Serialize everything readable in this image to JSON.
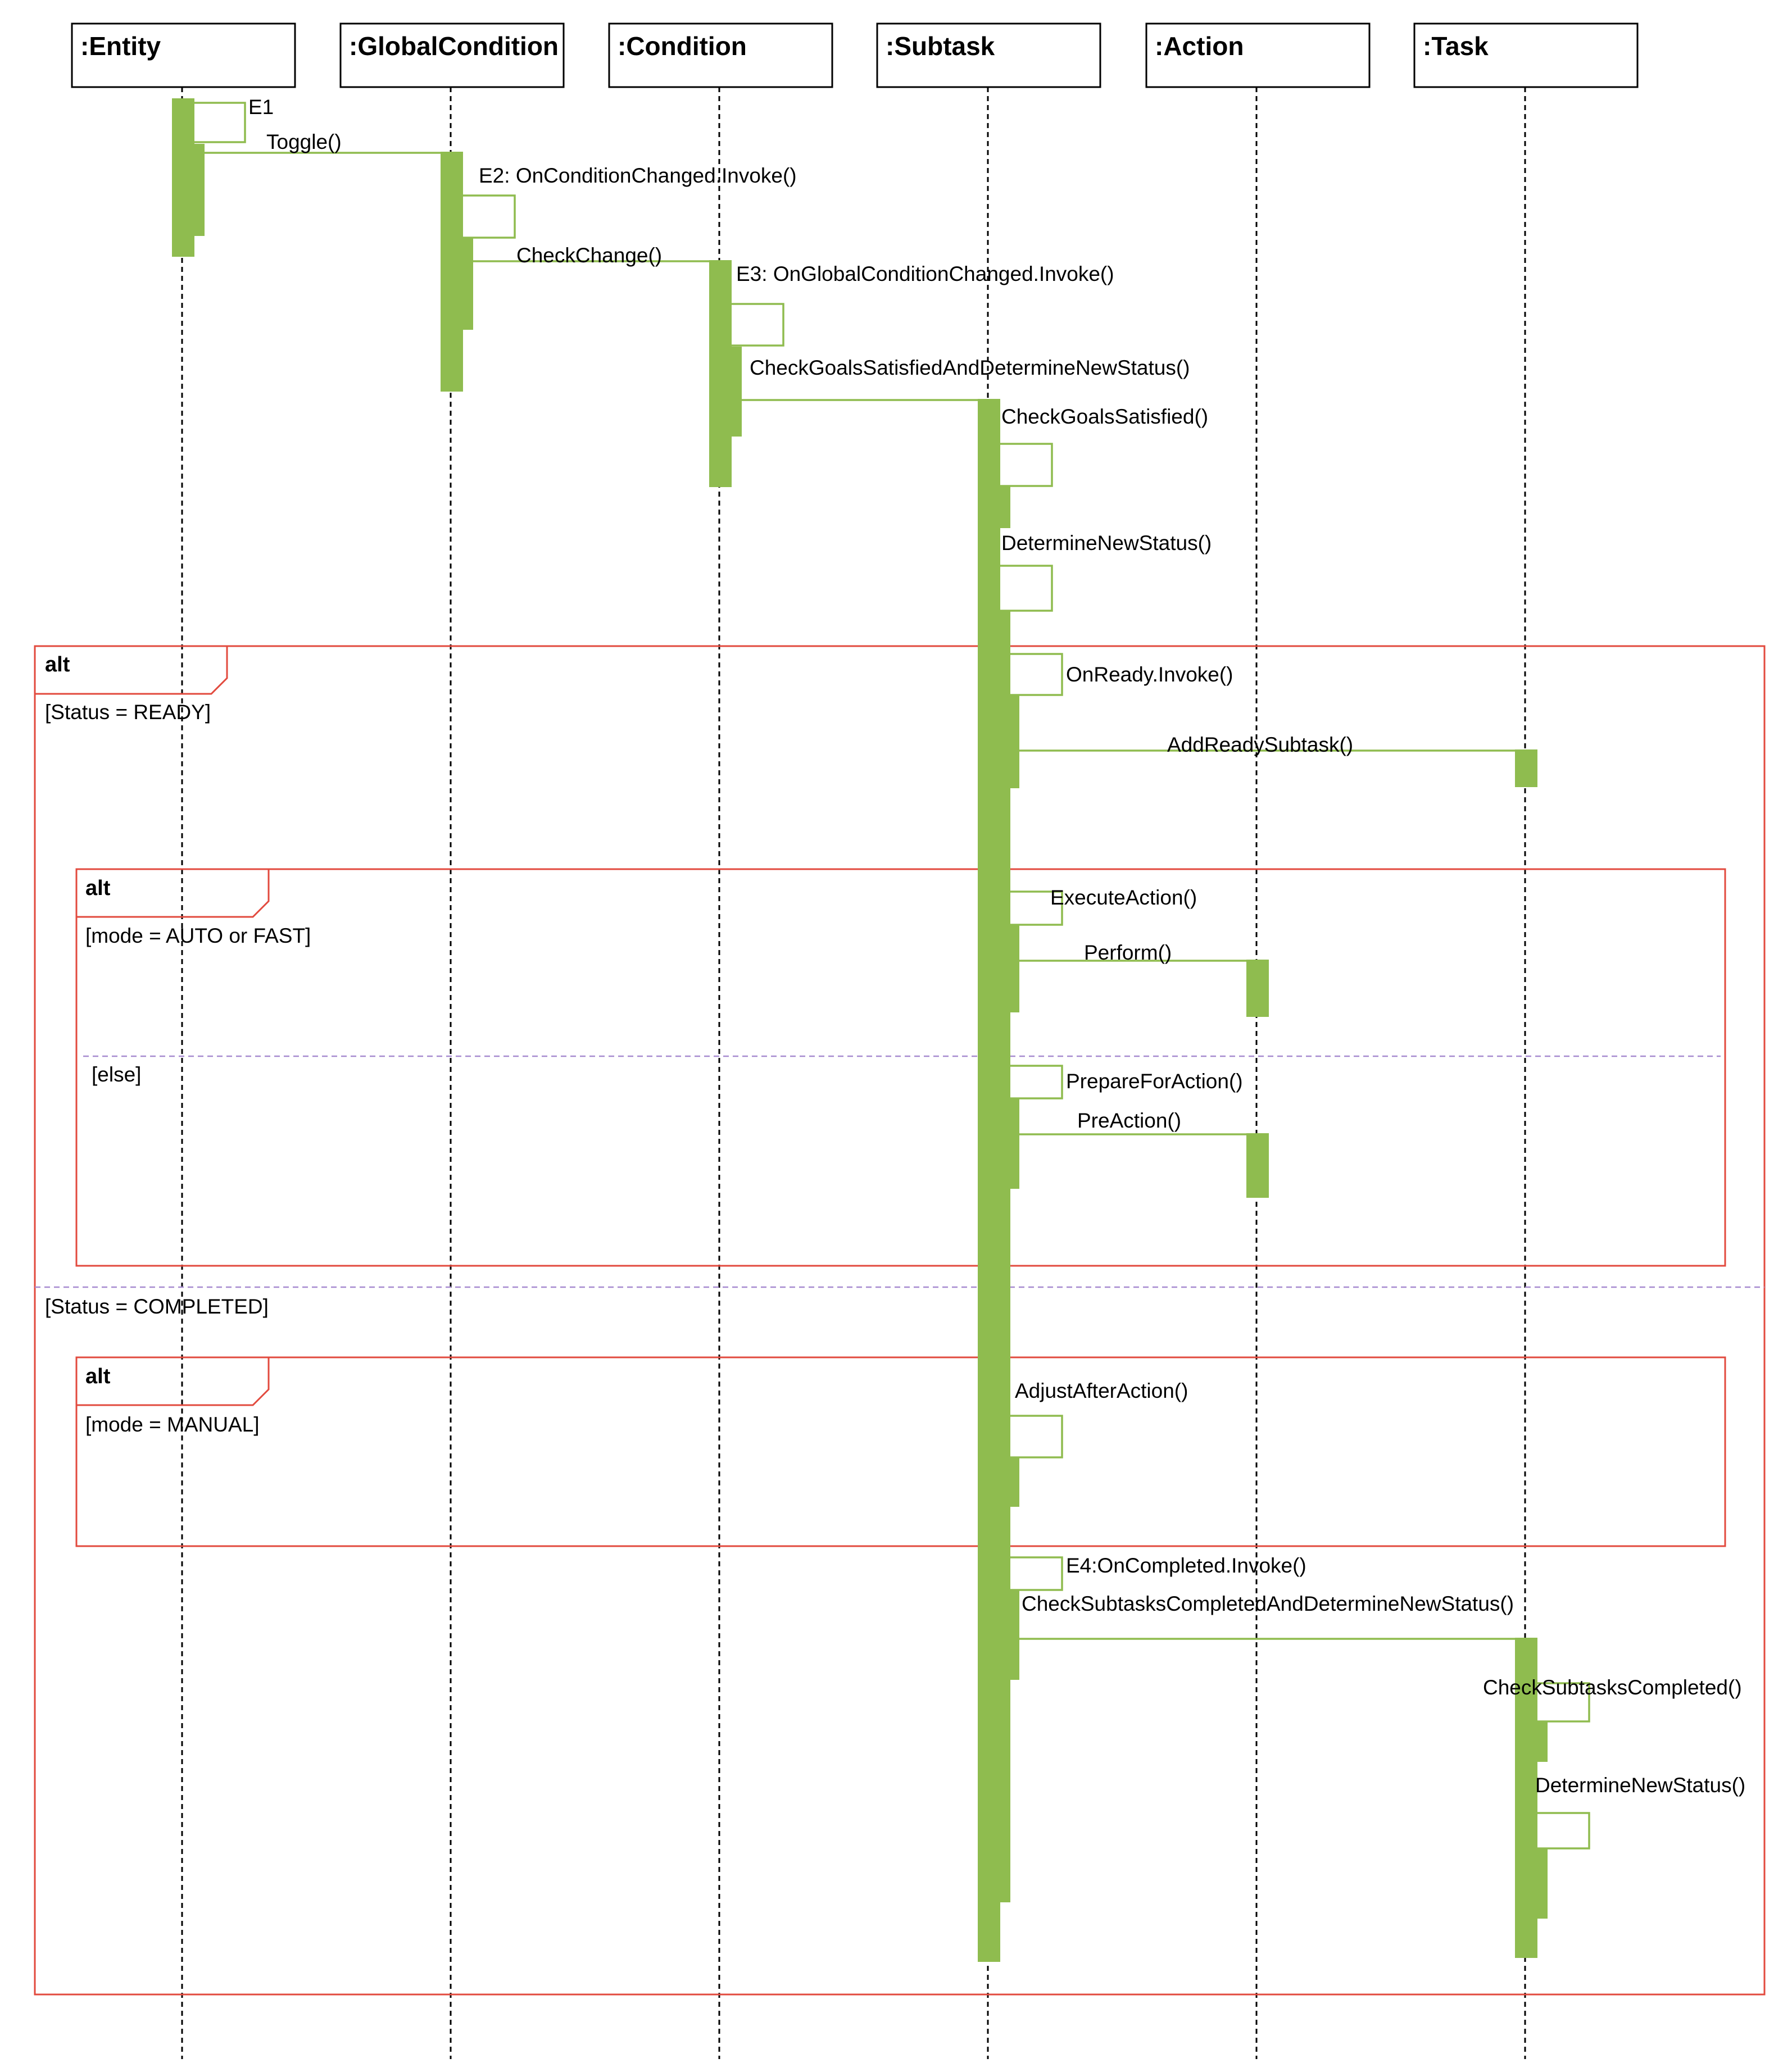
{
  "lifelines": [
    {
      "id": "entity",
      "label": ":Entity"
    },
    {
      "id": "global-condition",
      "label": ":GlobalCondition"
    },
    {
      "id": "condition",
      "label": ":Condition"
    },
    {
      "id": "subtask",
      "label": ":Subtask"
    },
    {
      "id": "action",
      "label": ":Action"
    },
    {
      "id": "task",
      "label": ":Task"
    }
  ],
  "messages": {
    "e1": "E1",
    "toggle": "Toggle()",
    "e2": "E2: OnConditionChanged.Invoke()",
    "check_change": "CheckChange()",
    "e3": "E3: OnGlobalConditionChanged.Invoke()",
    "check_goals_determine": "CheckGoalsSatisfiedAndDetermineNewStatus()",
    "check_goals": "CheckGoalsSatisfied()",
    "determine_subtask": "DetermineNewStatus()",
    "on_ready": "OnReady.Invoke()",
    "add_ready_subtask": "AddReadySubtask()",
    "execute_action": "ExecuteAction()",
    "perform": "Perform()",
    "prepare_for_action": "PrepareForAction()",
    "pre_action": "PreAction()",
    "adjust_after_action": "AdjustAfterAction()",
    "e4": "E4:OnCompleted.Invoke()",
    "check_subtasks_determine": "CheckSubtasksCompletedAndDetermineNewStatus()",
    "check_subtasks_completed": "CheckSubtasksCompleted()",
    "determine_task": "DetermineNewStatus()"
  },
  "frames": {
    "outer_alt": {
      "operator": "alt",
      "guard_ready": "[Status = READY]",
      "guard_completed": "[Status = COMPLETED]"
    },
    "mode_alt": {
      "operator": "alt",
      "guard_auto": "[mode = AUTO or FAST]",
      "guard_else": "[else]"
    },
    "manual_alt": {
      "operator": "alt",
      "guard_manual": "[mode = MANUAL]"
    }
  },
  "colors": {
    "activation": "#8fbc4f",
    "message_line": "#8fbc4f",
    "frame_border": "#e24a3e",
    "divider": "#a78bd0",
    "lifeline": "#000000"
  }
}
